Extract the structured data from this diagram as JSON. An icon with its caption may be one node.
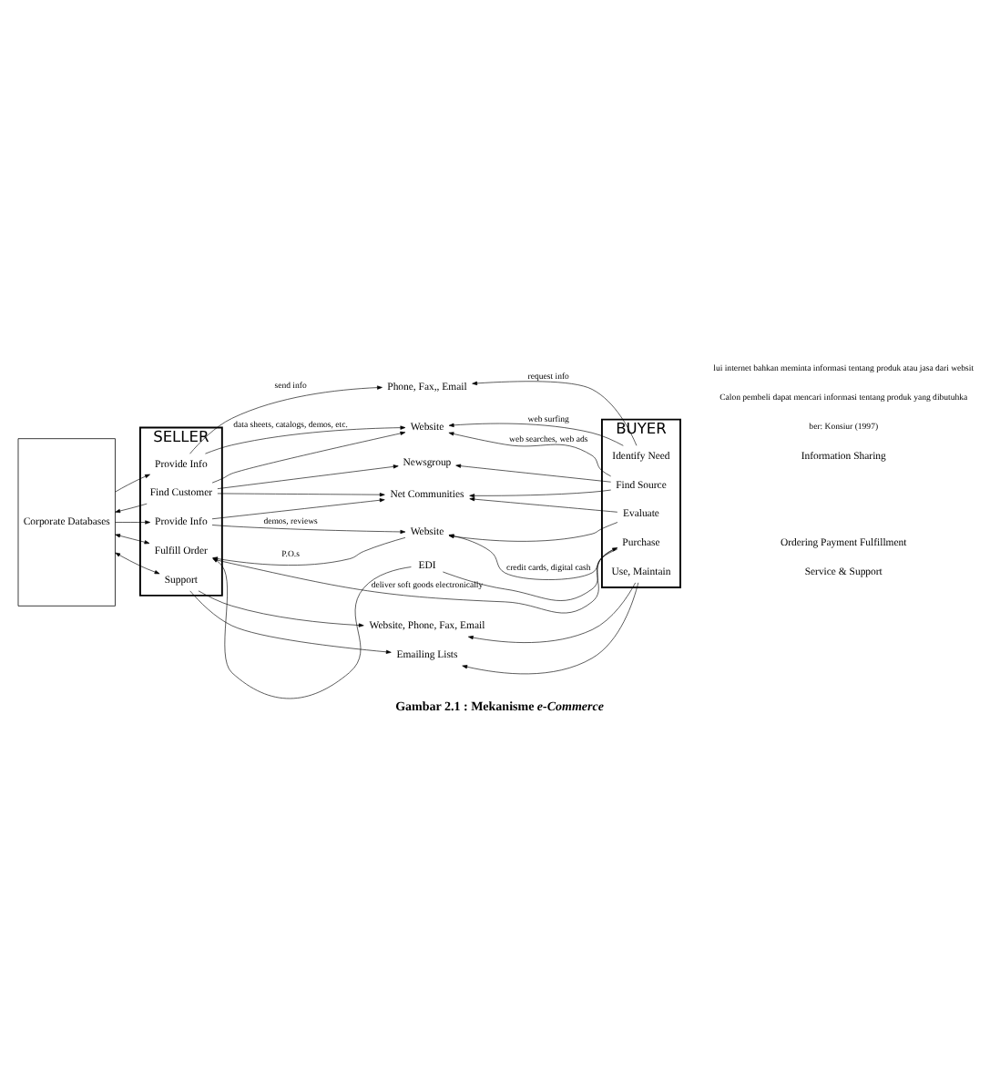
{
  "diagram": {
    "caption": "Gambar 2.1 : Mekanisme *e-Commerce*",
    "nodes": [
      {
        "text": [
          "Corporate Databases"
        ]
      },
      {
        "text": [
          "SELLER"
        ]
      },
      {
        "text": [
          "Provide Info"
        ],
        "in": 1
      },
      {
        "text": [
          "Find Customer"
        ],
        "in": 1
      },
      {
        "text": [
          "Provide Info"
        ],
        "in": 1
      },
      {
        "text": [
          "Fulfill Order"
        ],
        "in": 1
      },
      {
        "text": [
          "Support"
        ],
        "in": 1
      },
      {
        "text": [
          "Phone, Fax,, Email"
        ]
      },
      {
        "text": [
          "Website"
        ]
      },
      {
        "text": [
          "Newsgroup"
        ]
      },
      {
        "text": [
          "Net Communities"
        ]
      },
      {
        "text": [
          "Website"
        ]
      },
      {
        "text": [
          "EDI"
        ]
      },
      {
        "text": [
          "Website, Phone, Fax, Email"
        ]
      },
      {
        "text": [
          "Emailing Lists"
        ]
      },
      {
        "text": [
          "BUYER"
        ]
      },
      {
        "text": [
          "Identify Need"
        ],
        "in": 15
      },
      {
        "text": [
          "Find Source"
        ],
        "in": 15
      },
      {
        "text": [
          "Evaluate"
        ],
        "in": 15
      },
      {
        "text": [
          "Purchase"
        ],
        "in": 15
      },
      {
        "text": [
          "Use, Maintain"
        ],
        "in": 15
      }
    ],
    "edges": [
      {
        "from": 0,
        "to": 2,
        "arrow": "to"
      },
      {
        "from": 3,
        "to": 0,
        "arrow": "to"
      },
      {
        "from": 0,
        "to": 4,
        "arrow": "to"
      },
      {
        "from": 0,
        "to": 5,
        "arrow": "both"
      },
      {
        "from": 0,
        "to": 6,
        "arrow": "both"
      },
      {
        "from": 2,
        "to": 7,
        "arrow": "to",
        "label": "send info"
      },
      {
        "from": 2,
        "to": 8,
        "arrow": "to",
        "label": "data sheets, catalogs, demos, etc."
      },
      {
        "from": 3,
        "to": 8,
        "arrow": "to"
      },
      {
        "from": 3,
        "to": 9,
        "arrow": "to"
      },
      {
        "from": 3,
        "to": 10,
        "arrow": "to"
      },
      {
        "from": 4,
        "to": 10,
        "arrow": "to"
      },
      {
        "from": 4,
        "to": 11,
        "arrow": "to",
        "label": "demos, reviews"
      },
      {
        "from": 11,
        "to": 5,
        "arrow": "to",
        "label": "P.O.s"
      },
      {
        "from": 12,
        "to": 5,
        "arrow": "to"
      },
      {
        "from": 5,
        "to": 19,
        "arrow": "to",
        "label": "deliver soft goods electronically"
      },
      {
        "from": 6,
        "to": 13,
        "arrow": "to"
      },
      {
        "from": 6,
        "to": 14,
        "arrow": "to"
      },
      {
        "from": 16,
        "to": 7,
        "arrow": "to",
        "label": "request info"
      },
      {
        "from": 16,
        "to": 8,
        "arrow": "to",
        "label": "web surfing"
      },
      {
        "from": 17,
        "to": 8,
        "arrow": "to",
        "label": "web searches, web ads"
      },
      {
        "from": 17,
        "to": 9,
        "arrow": "to"
      },
      {
        "from": 17,
        "to": 10,
        "arrow": "to"
      },
      {
        "from": 18,
        "to": 10,
        "arrow": "to"
      },
      {
        "from": 18,
        "to": 11,
        "arrow": "to"
      },
      {
        "from": 19,
        "to": 11,
        "arrow": "to",
        "label": "credit cards, digital cash"
      },
      {
        "from": 19,
        "to": 12,
        "arrow": "none"
      },
      {
        "from": 20,
        "to": 13,
        "arrow": "to"
      },
      {
        "from": 20,
        "to": 14,
        "arrow": "to"
      }
    ],
    "labels": [
      "Information Sharing",
      "Ordering Payment Fulfillment",
      "Service & Support",
      "ber: Konsiur (1997)",
      "Calon pembeli dapat mencari informasi tentang produk yang dibutuhka",
      "lui internet bahkan meminta informasi tentang produk atau jasa dari websit"
    ]
  }
}
